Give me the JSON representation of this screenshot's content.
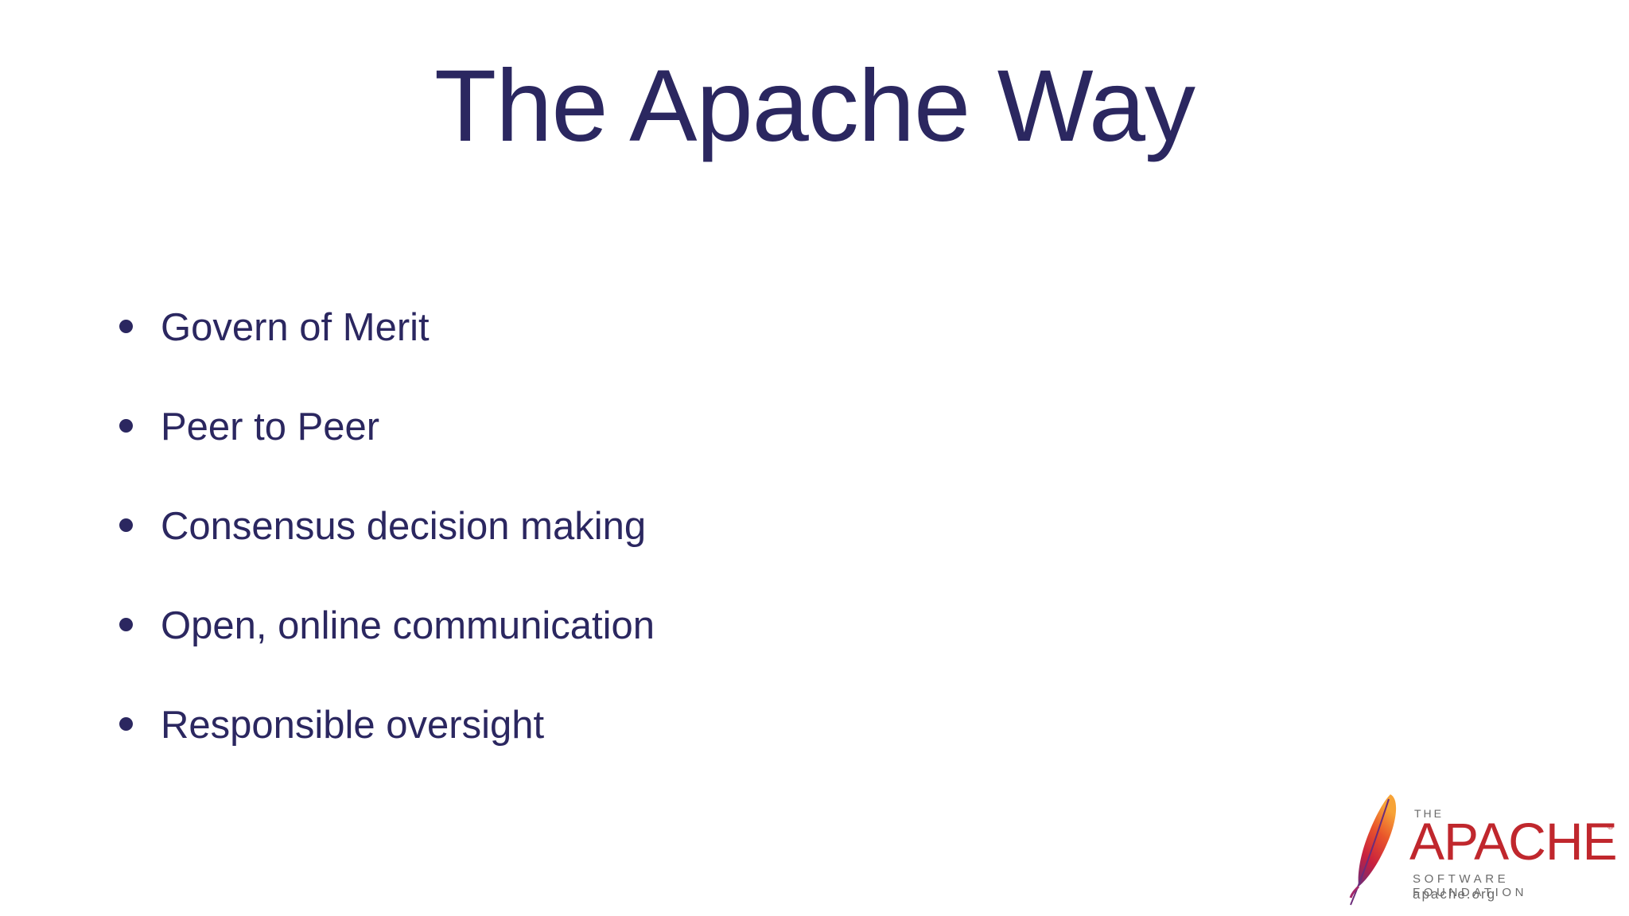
{
  "slide": {
    "title": "The Apache Way",
    "bullets": [
      "Govern of Merit",
      "Peer to Peer",
      "Consensus decision making",
      "Open, online communication",
      "Responsible oversight"
    ]
  },
  "logo": {
    "the": "THE",
    "name": "APACHE",
    "registered": "®",
    "tagline": "SOFTWARE FOUNDATION",
    "url": "apache.org",
    "icon": "apache-feather-icon",
    "text_color": "#c0272d",
    "sub_text_color": "#6b6b6b"
  },
  "colors": {
    "text": "#2b2760",
    "background": "#ffffff"
  }
}
